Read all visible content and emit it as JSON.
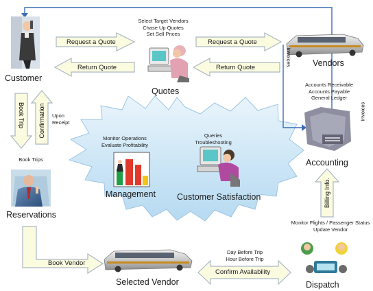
{
  "nodes": {
    "customer": "Customer",
    "quotes": "Quotes",
    "vendors": "Vendors",
    "accounting": "Accounting",
    "reservations": "Reservations",
    "selected_vendor": "Selected Vendor",
    "dispatch": "Dispatch",
    "management": "Management",
    "customer_satisfaction": "Customer Satisfaction"
  },
  "notes": {
    "quotes": [
      "Select Target Vendors",
      "Chase Up Quotes",
      "Set Sell Prices"
    ],
    "accounting": [
      "Accounts Receivable",
      "Accounts Payable",
      "General Ledger"
    ],
    "management": [
      "Monitor Operations",
      "Evaluate Profitability"
    ],
    "customer_satisfaction": [
      "Queries",
      "Troubleshooting"
    ],
    "reservations": "Book Trips",
    "dispatch": [
      "Monitor Flights / Passenger Status",
      "Update Vendor"
    ],
    "selected_vendor": [
      "Day Before Trip",
      "Hour Before Trip"
    ],
    "upon_receipt": [
      "Upon",
      "Receipt"
    ]
  },
  "arrows": {
    "request_quote_1": "Request a Quote",
    "return_quote_1": "Return Quote",
    "request_quote_2": "Request a Quote",
    "return_quote_2": "Return Quote",
    "book_trip": "Book Trip",
    "confirmation": "Confirmation",
    "book_vendor": "Book Vendor",
    "confirm_availability": "Confirm Availability",
    "billing_info": "Billing Info.",
    "invoices_1": "Invoices",
    "invoices_2": "Invoices"
  },
  "colors": {
    "arrow_fill": "#fbfbe0",
    "arrow_stroke": "#a9b6c4",
    "star_fill": "#cfe7f7",
    "connector": "#3b6db4"
  }
}
